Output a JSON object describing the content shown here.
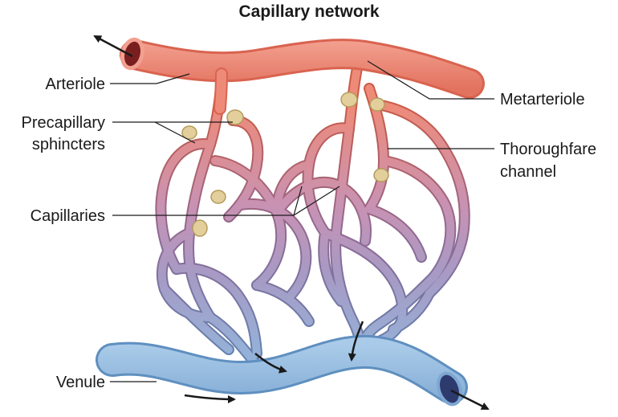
{
  "diagram": {
    "title": "Capillary network",
    "labels": {
      "arteriole": "Arteriole",
      "precapillary_line1": "Precapillary",
      "precapillary_line2": "sphincters",
      "capillaries": "Capillaries",
      "venule": "Venule",
      "metarteriole": "Metarteriole",
      "thoroughfare_line1": "Thoroughfare",
      "thoroughfare_line2": "channel"
    },
    "colors": {
      "arterial": "#ee8a78",
      "arterial_dark": "#d9634f",
      "capillary_mid": "#b98fb6",
      "venous": "#8fb8de",
      "venous_dark": "#5f8fbf",
      "sphincter": "#e2cf9c",
      "text": "#1a1a1a"
    }
  }
}
